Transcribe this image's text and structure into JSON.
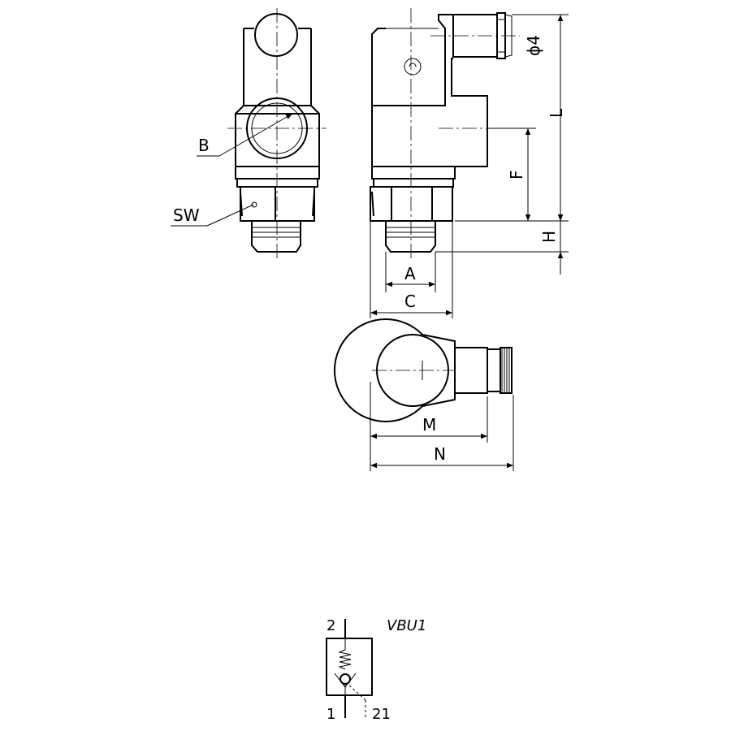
{
  "labels": {
    "B": "B",
    "SW": "SW",
    "A": "A",
    "C": "C",
    "F": "F",
    "L": "L",
    "H": "H",
    "phi4": "ϕ4",
    "M": "M",
    "N": "N"
  },
  "symbol": {
    "name": "VBU1",
    "port_top": "2",
    "port_bottom_left": "1",
    "port_bottom_right": "21"
  }
}
